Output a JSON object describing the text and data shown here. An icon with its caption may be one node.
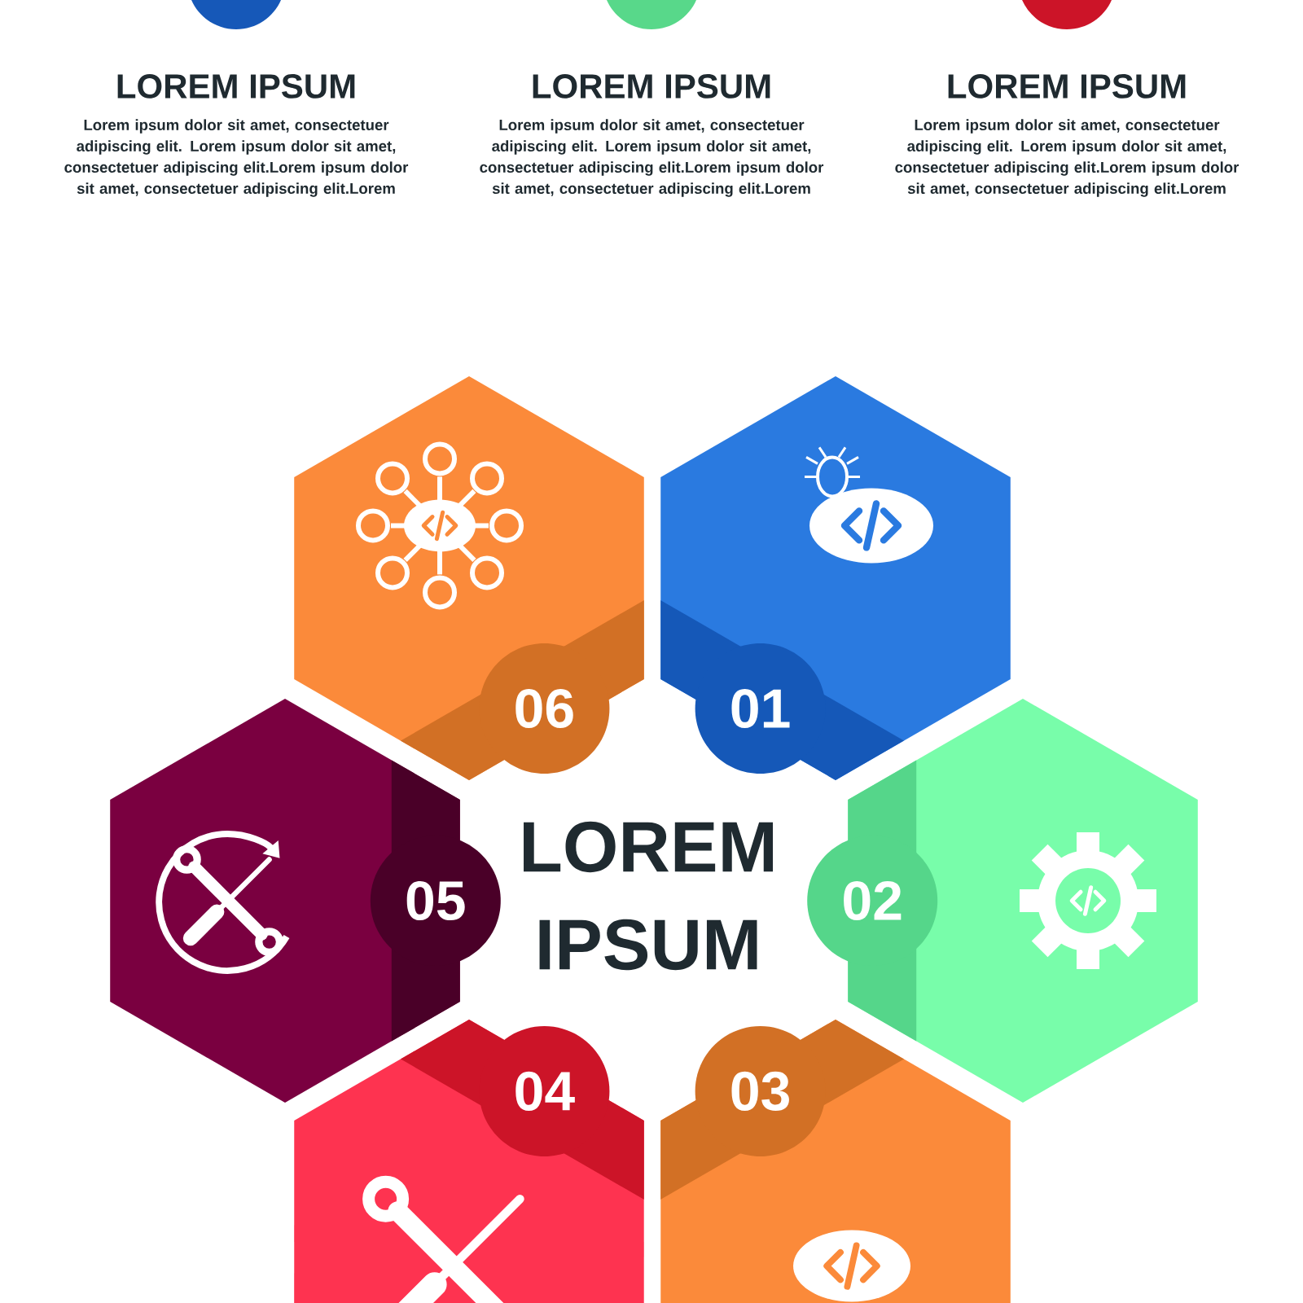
{
  "diagram": {
    "nodes": [
      {
        "text": [
          "06"
        ]
      },
      {
        "text": [
          "01"
        ]
      },
      {
        "text": [
          "05"
        ]
      },
      {
        "text": [
          "02"
        ]
      },
      {
        "text": [
          "04"
        ]
      },
      {
        "text": [
          "03"
        ]
      }
    ],
    "labels": [
      "LOREM IPSUM",
      "LOREM IPSUM",
      "LOREM IPSUM",
      "Lorem ipsum dolor sit amet, consectetuer adipiscing elit. Lorem ipsum dolor sit amet, consectetuer adipiscing elit.Lorem ipsum dolor sit amet, consectetuer adipiscing elit.Lorem",
      "Lorem ipsum dolor sit amet, consectetuer adipiscing elit. Lorem ipsum dolor sit amet, consectetuer adipiscing elit.Lorem ipsum dolor sit amet, consectetuer adipiscing elit.Lorem",
      "Lorem ipsum dolor sit amet, consectetuer adipiscing elit. Lorem ipsum dolor sit amet, consectetuer adipiscing elit.Lorem ipsum dolor sit amet, consectetuer adipiscing elit.Lorem",
      "LOREM IPSUM"
    ]
  }
}
